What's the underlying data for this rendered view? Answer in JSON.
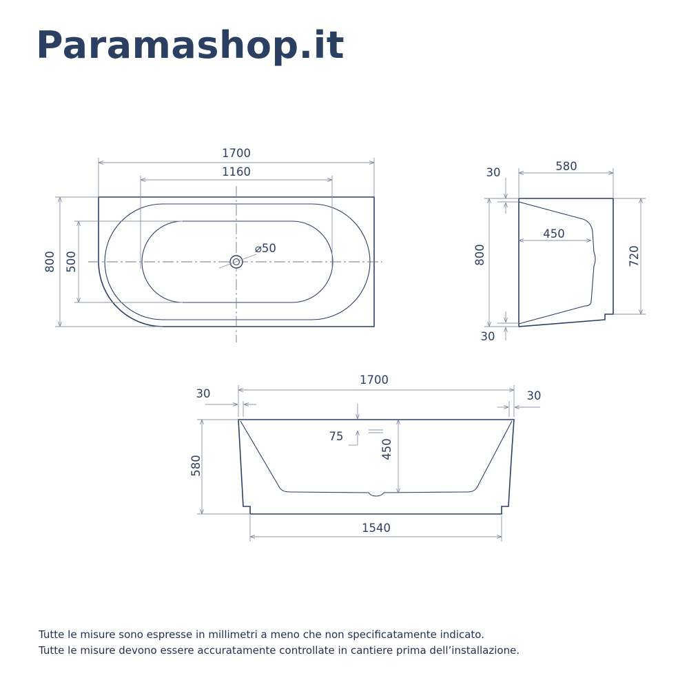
{
  "brand": {
    "name": "Paramashop.it",
    "color": "#2b3f63"
  },
  "top_view": {
    "overall_length": "1700",
    "inner_length": "1160",
    "overall_width": "800",
    "inner_width": "500",
    "drain_diameter": "⌀50"
  },
  "side_view": {
    "depth": "580",
    "inner_width": "450",
    "height_left": "800",
    "height_right": "720",
    "rim_top": "30",
    "rim_bottom": "30"
  },
  "front_view": {
    "overall_length": "1700",
    "base_length": "1540",
    "rim_left": "30",
    "rim_right": "30",
    "overflow_offset": "75",
    "inner_depth": "450",
    "height": "580"
  },
  "notes": {
    "line1": "Tutte le misure sono espresse in millimetri a meno che non specificatamente indicato.",
    "line2": "Tutte le misure devono essere accuratamente controllate in cantiere prima dell’installazione."
  }
}
